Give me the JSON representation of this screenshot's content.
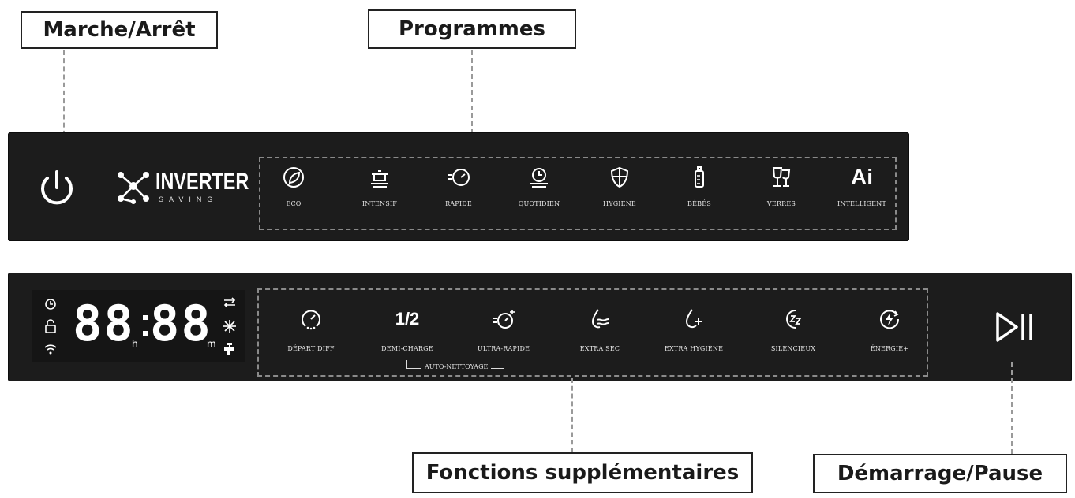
{
  "callouts": {
    "power": "Marche/Arrêt",
    "programs": "Programmes",
    "functions": "Fonctions supplémentaires",
    "start_pause": "Démarrage/Pause"
  },
  "brand": {
    "name": "INVERTER",
    "sub": "SAVING"
  },
  "programs": [
    {
      "label": "ECO",
      "icon": "leaf-icon"
    },
    {
      "label": "INTENSIF",
      "icon": "pot-icon"
    },
    {
      "label": "RAPIDE",
      "icon": "speed-clock-icon"
    },
    {
      "label": "QUOTIDIEN",
      "icon": "daily-plate-icon"
    },
    {
      "label": "HYGIENE",
      "icon": "shield-icon"
    },
    {
      "label": "BÉBÉS",
      "icon": "baby-bottle-icon"
    },
    {
      "label": "VERRES",
      "icon": "glasses-icon"
    },
    {
      "label": "INTELLIGENT",
      "icon": "ai-icon",
      "icon_text": "Ai"
    }
  ],
  "functions": [
    {
      "label": "DÉPART DIFF",
      "icon": "delay-clock-icon"
    },
    {
      "label": "DEMI-CHARGE",
      "icon": "half-load-icon",
      "icon_text": "1/2"
    },
    {
      "label": "ULTRA-RAPIDE",
      "icon": "ultra-fast-icon"
    },
    {
      "label": "EXTRA SEC",
      "icon": "extra-dry-icon"
    },
    {
      "label": "EXTRA HYGIÈNE",
      "icon": "extra-hygiene-icon"
    },
    {
      "label": "SILENCIEUX",
      "icon": "silent-icon"
    },
    {
      "label": "ÉNERGIE+",
      "icon": "energy-icon"
    }
  ],
  "auto_clean_label": "AUTO-NETTOYAGE",
  "display": {
    "hours": "88",
    "minutes": "88",
    "h_unit": "h",
    "m_unit": "m"
  },
  "colors": {
    "panel": "#1c1c1c",
    "panel_text": "#ffffff",
    "callout_border": "#222222"
  }
}
